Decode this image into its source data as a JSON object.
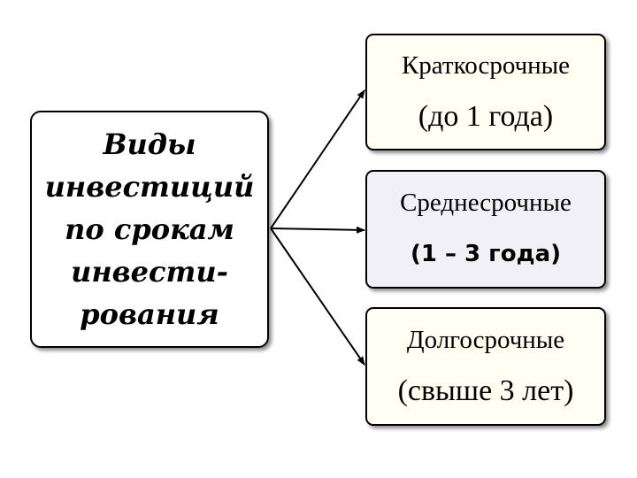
{
  "source": {
    "lines": [
      "Виды",
      "инвестиций",
      "по срокам",
      "инвести-",
      "рования"
    ]
  },
  "terms": [
    {
      "title": "Краткосрочные",
      "range": "(до 1 года)"
    },
    {
      "title": "Среднесрочные",
      "range": "(1 – 3 года)"
    },
    {
      "title": "Долгосрочные",
      "range": "(свыше 3 лет)"
    }
  ],
  "colors": {
    "stroke": "#000000",
    "box_fill_light": "#fffff4",
    "box_fill_medium": "#f0f0f6",
    "source_fill": "#ffffff"
  }
}
